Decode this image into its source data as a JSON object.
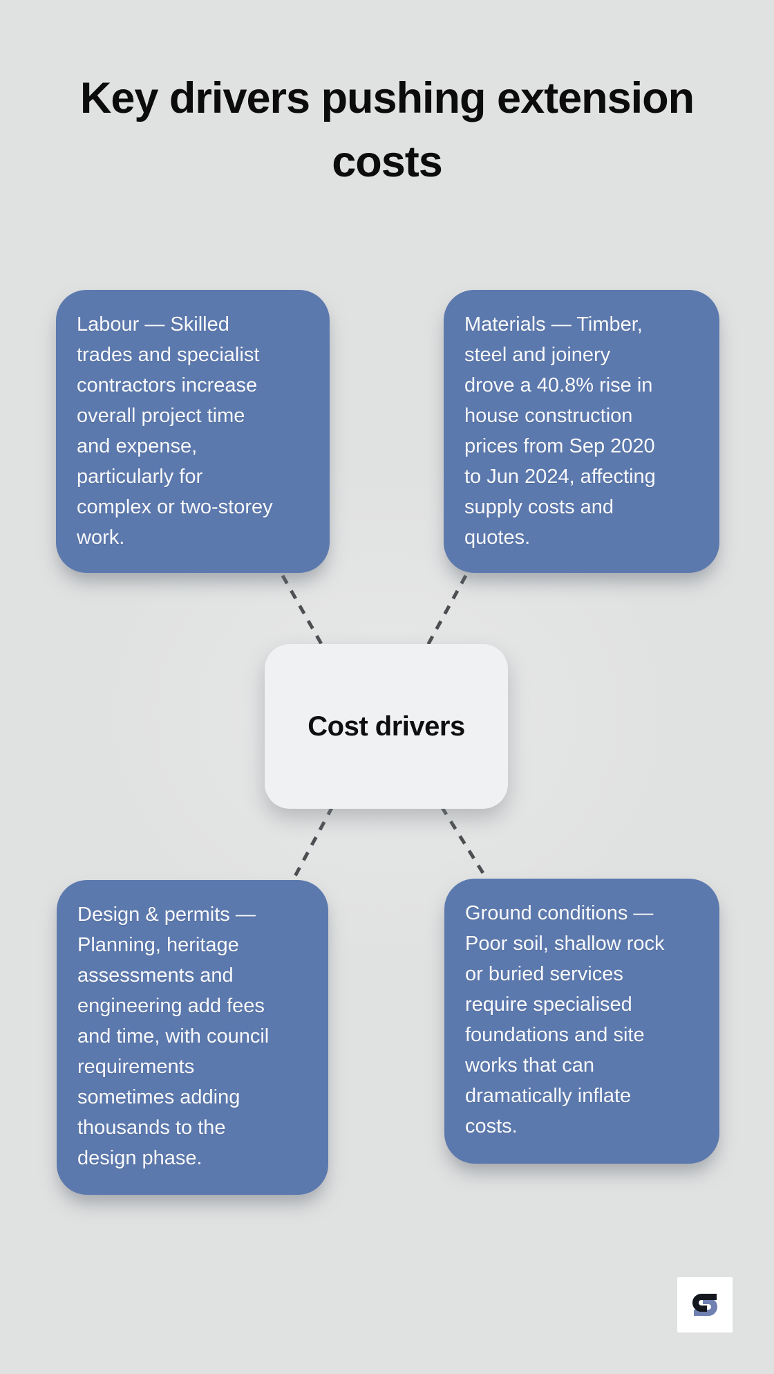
{
  "page": {
    "title": "Key drivers pushing extension\ncosts"
  },
  "hub": {
    "label": "Cost drivers"
  },
  "nodes": [
    {
      "id": "labour",
      "text": "Labour — Skilled\ntrades and specialist\ncontractors increase\noverall project time\nand expense,\nparticularly for\ncomplex or two-storey\nwork."
    },
    {
      "id": "materials",
      "text": "Materials — Timber,\nsteel and joinery\ndrove a 40.8% rise in\nhouse construction\nprices from Sep 2020\nto Jun 2024, affecting\nsupply costs and\nquotes."
    },
    {
      "id": "design-permits",
      "text": "Design & permits —\nPlanning, heritage\nassessments and\nengineering add fees\nand time, with council\nrequirements\nsometimes adding\nthousands to the\ndesign phase."
    },
    {
      "id": "ground-conditions",
      "text": "Ground conditions —\nPoor soil, shallow rock\nor buried services\nrequire specialised\nfoundations and site\nworks that can\ndramatically inflate\ncosts."
    }
  ],
  "colors": {
    "background": "#e0e1e1",
    "title": "#0c0c0d",
    "node_fill": "#5c79ae",
    "node_text": "#f8f9fb",
    "hub_fill": "#f0f1f3",
    "hub_text": "#0f0f10",
    "connector": "#4c4f52",
    "logo_bg": "#ffffff",
    "logo_dark": "#14171d",
    "logo_blue": "#7080b1"
  },
  "icons": {
    "brand_logo": "s-monogram"
  }
}
